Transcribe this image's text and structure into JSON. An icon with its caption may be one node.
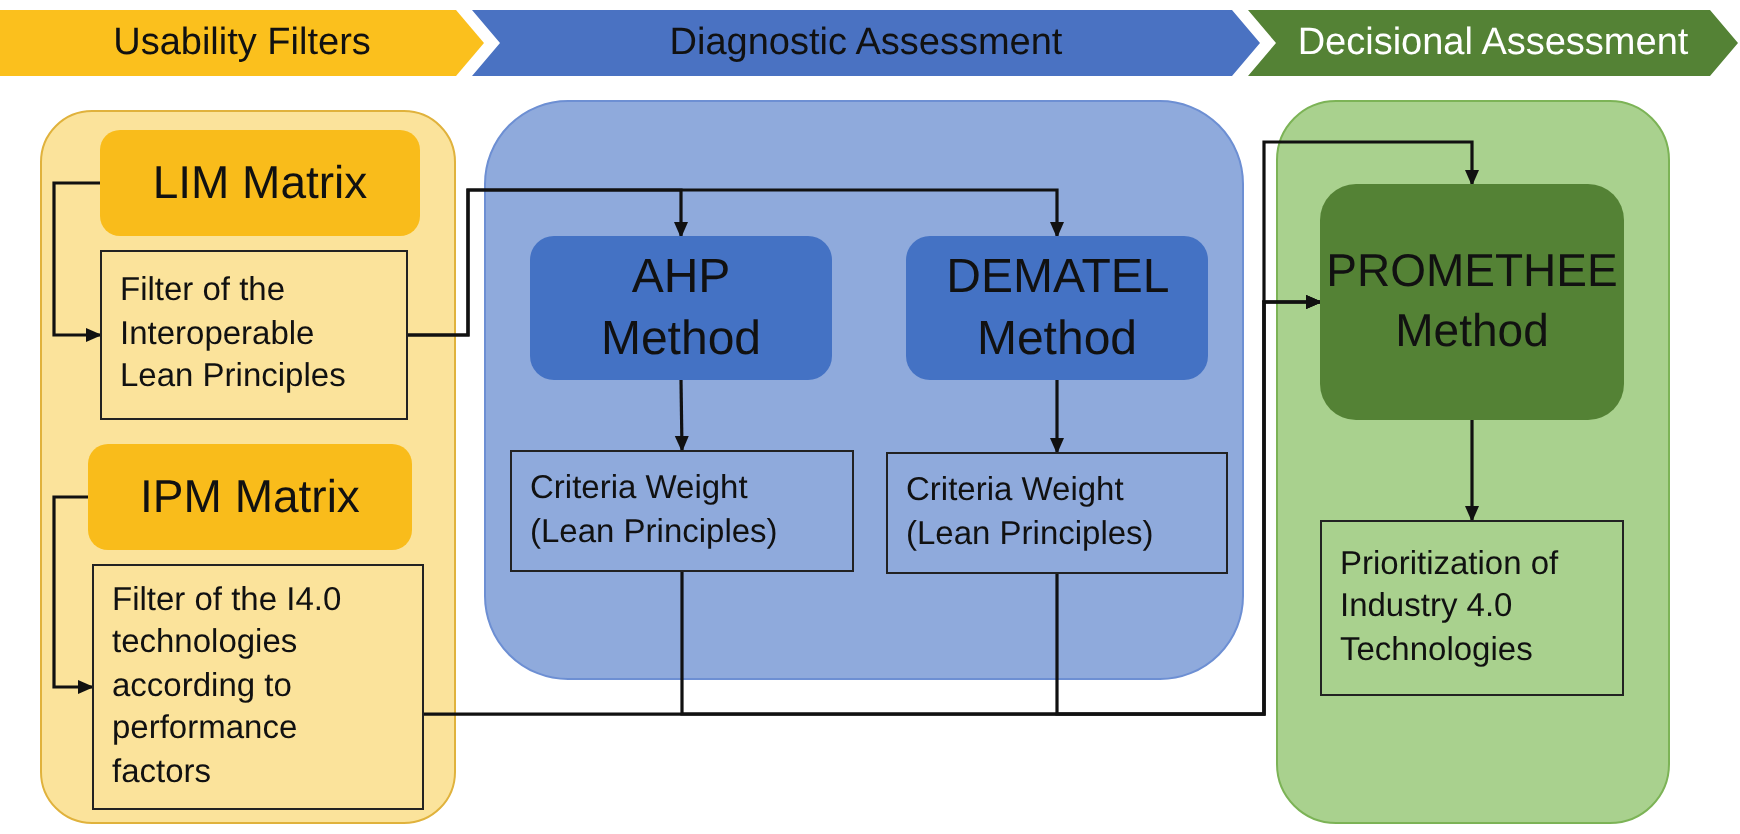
{
  "diagram": {
    "nodes": [
      {
        "text": [
          "Usability Filters"
        ]
      },
      {
        "text": [
          "Diagnostic Assessment"
        ]
      },
      {
        "text": [
          "Decisional Assessment"
        ]
      },
      {
        "text": [],
        "shape": "box"
      },
      {
        "text": [
          "LIM Matrix"
        ],
        "in": 3
      },
      {
        "text": [
          "Filter of the Interoperable Lean Principles"
        ],
        "in": 3
      },
      {
        "text": [
          "IPM Matrix"
        ],
        "in": 3
      },
      {
        "text": [
          "Filter of the I4.0 technologies according to performance factors"
        ],
        "in": 3
      },
      {
        "text": [],
        "shape": "box"
      },
      {
        "text": [
          "AHP Method"
        ],
        "in": 8
      },
      {
        "text": [
          "DEMATEL Method"
        ],
        "in": 8
      },
      {
        "text": [
          "Criteria Weight (Lean Principles)"
        ],
        "in": 8
      },
      {
        "text": [
          "Criteria Weight (Lean Principles)"
        ],
        "in": 8
      },
      {
        "text": [],
        "shape": "box"
      },
      {
        "text": [
          "PROMETHEE Method"
        ],
        "in": 13
      },
      {
        "text": [
          "Prioritization of Industry 4.0 Technologies"
        ],
        "in": 13
      }
    ],
    "edges": [
      {
        "from": 4,
        "to": 5,
        "arrow": "to"
      },
      {
        "from": 6,
        "to": 7,
        "arrow": "to"
      },
      {
        "from": 5,
        "to": 9,
        "arrow": "to"
      },
      {
        "from": 5,
        "to": 10,
        "arrow": "to"
      },
      {
        "from": 9,
        "to": 11,
        "arrow": "to"
      },
      {
        "from": 10,
        "to": 12,
        "arrow": "to"
      },
      {
        "from": 7,
        "to": 14,
        "arrow": "to"
      },
      {
        "from": 11,
        "to": 14,
        "arrow": "to"
      },
      {
        "from": 12,
        "to": 14,
        "arrow": "to"
      },
      {
        "from": 14,
        "to": 15,
        "arrow": "to"
      }
    ]
  }
}
